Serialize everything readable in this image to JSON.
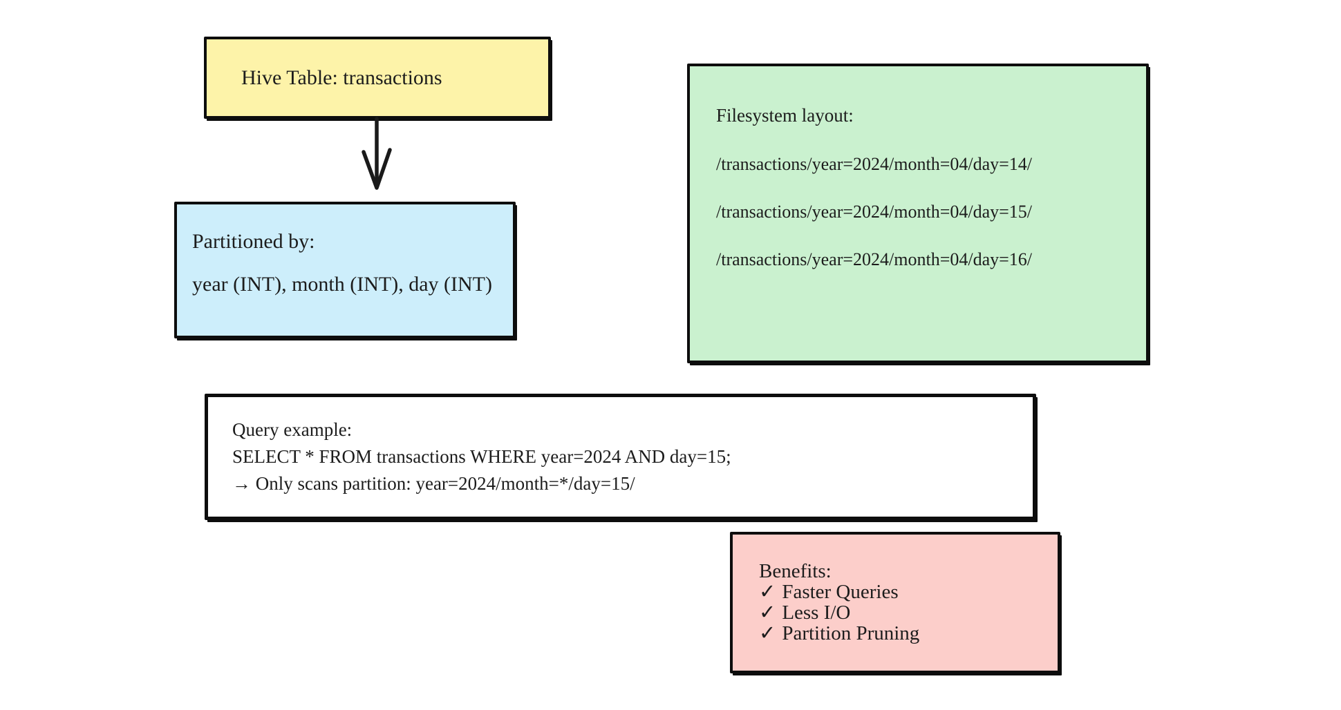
{
  "diagram": {
    "hive_box": {
      "label": "Hive Table: transactions"
    },
    "partition_box": {
      "title": "Partitioned by:",
      "columns": "year (INT), month (INT), day (INT)"
    },
    "filesystem_box": {
      "title": "Filesystem layout:",
      "paths": [
        "/transactions/year=2024/month=04/day=14/",
        "/transactions/year=2024/month=04/day=15/",
        "/transactions/year=2024/month=04/day=16/"
      ]
    },
    "query_box": {
      "title": "Query example:",
      "sql": "SELECT * FROM transactions WHERE year=2024 AND day=15;",
      "note": "→ Only scans partition: year=2024/month=*/day=15/"
    },
    "benefits_box": {
      "title": "Benefits:",
      "items": [
        {
          "icon": "✓",
          "label": "Faster Queries"
        },
        {
          "icon": "✓",
          "label": "Less I/O"
        },
        {
          "icon": "✓",
          "label": "Partition Pruning"
        }
      ]
    },
    "icons": {
      "flow_arrow": "open-v-arrow-down"
    }
  },
  "colors": {
    "canvas_bg": "#ffffff",
    "hive_fill": "#fdf3a9",
    "partition_fill": "#cdeefb",
    "filesystem_fill": "#caf1cf",
    "query_fill": "#ffffff",
    "benefits_fill": "#fcceca",
    "border": "#0d0d0d",
    "text": "#1c1c1c"
  }
}
